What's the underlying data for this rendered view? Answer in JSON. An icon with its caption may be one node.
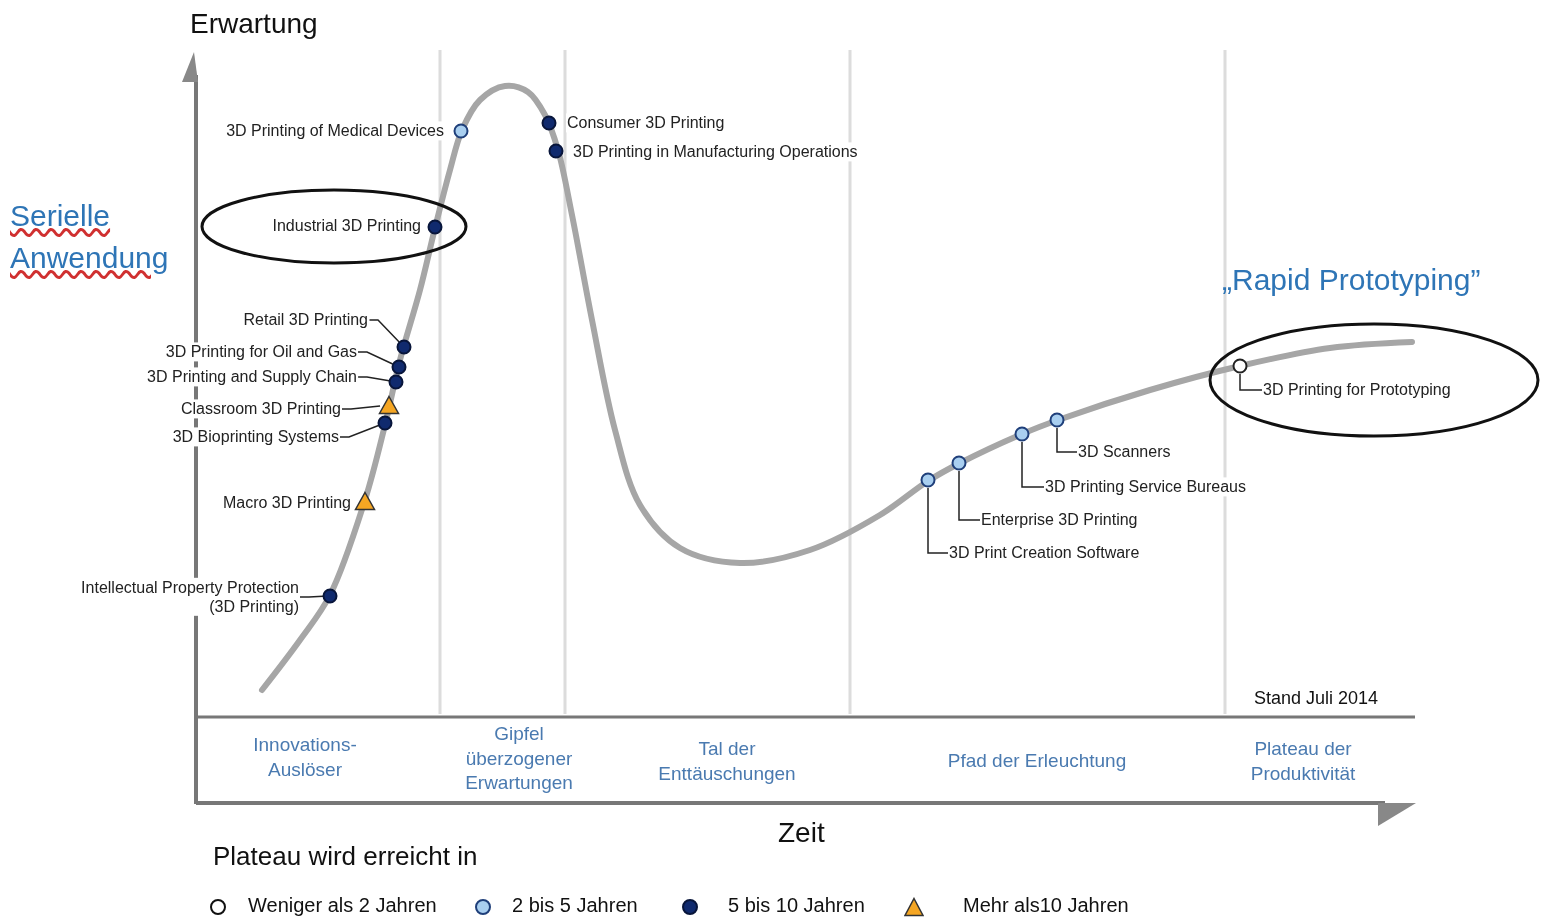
{
  "diagram": {
    "nodes": [
      {
        "text": [
          "3D Printing of Medical Devices"
        ]
      },
      {
        "text": [],
        "shape": "circle"
      },
      {
        "text": [],
        "shape": "ellipse"
      },
      {
        "text": [
          "Industrial 3D Printing"
        ],
        "in": 2
      },
      {
        "text": [],
        "shape": "circle",
        "in": 2
      },
      {
        "text": [
          "Retail 3D Printing"
        ]
      },
      {
        "text": [],
        "shape": "circle"
      },
      {
        "text": [
          "3D Printing for Oil and Gas"
        ]
      },
      {
        "text": [],
        "shape": "circle"
      },
      {
        "text": [
          "3D Printing and Supply Chain"
        ]
      },
      {
        "text": [],
        "shape": "circle"
      },
      {
        "text": [
          "Classroom 3D Printing"
        ]
      },
      {
        "text": [],
        "shape": "triangle"
      },
      {
        "text": [
          "3D Bioprinting Systems"
        ]
      },
      {
        "text": [],
        "shape": "circle"
      },
      {
        "text": [
          "Macro 3D Printing"
        ]
      },
      {
        "text": [],
        "shape": "triangle"
      },
      {
        "text": [
          "Intellectual Property Protection (3D Printing)"
        ]
      },
      {
        "text": [],
        "shape": "circle"
      },
      {
        "text": [],
        "shape": "circle"
      },
      {
        "text": [
          "Consumer 3D Printing"
        ]
      },
      {
        "text": [],
        "shape": "circle"
      },
      {
        "text": [
          "3D Printing in Manufacturing Operations"
        ]
      },
      {
        "text": [],
        "shape": "circle"
      },
      {
        "text": [
          "3D Print Creation Software"
        ]
      },
      {
        "text": [],
        "shape": "circle"
      },
      {
        "text": [
          "Enterprise 3D Printing"
        ]
      },
      {
        "text": [],
        "shape": "circle"
      },
      {
        "text": [
          "3D Printing Service Bureaus"
        ]
      },
      {
        "text": [],
        "shape": "circle"
      },
      {
        "text": [
          "3D Scanners"
        ]
      },
      {
        "text": [],
        "shape": "ellipse"
      },
      {
        "text": [],
        "shape": "circle",
        "in": 31
      },
      {
        "text": [
          "3D Printing for Prototyping"
        ],
        "in": 31
      }
    ],
    "edges": [
      {
        "from": 5,
        "to": 6,
        "arrow": "none"
      },
      {
        "from": 7,
        "to": 8,
        "arrow": "none"
      },
      {
        "from": 9,
        "to": 10,
        "arrow": "none"
      },
      {
        "from": 11,
        "to": 12,
        "arrow": "none"
      },
      {
        "from": 13,
        "to": 14,
        "arrow": "none"
      },
      {
        "from": 17,
        "to": 18,
        "arrow": "none"
      },
      {
        "from": 24,
        "to": 23,
        "arrow": "none"
      },
      {
        "from": 26,
        "to": 25,
        "arrow": "none"
      },
      {
        "from": 28,
        "to": 27,
        "arrow": "none"
      },
      {
        "from": 30,
        "to": 29,
        "arrow": "none"
      },
      {
        "from": 33,
        "to": 32,
        "arrow": "none"
      }
    ],
    "labels": [
      "Erwartung",
      "Serielle Anwendung",
      "„Rapid Prototyping”",
      "Stand Juli 2014",
      "Innovations-Auslöser",
      "Gipfel überzogener Erwartungen",
      "Tal der Enttäuschungen",
      "Pfad der Erleuchtung",
      "Plateau der Produktivität",
      "Zeit",
      "Plateau wird erreicht in"
    ],
    "legend": [
      {
        "text": "Weniger als 2 Jahren",
        "color": "#ffffff"
      },
      {
        "text": "2 bis 5 Jahren",
        "color": "#a9cff0"
      },
      {
        "text": "5 bis 10 Jahren",
        "color": "#102a6e"
      },
      {
        "text": "Mehr als10 Jahren",
        "color": "#f5a623"
      }
    ]
  }
}
